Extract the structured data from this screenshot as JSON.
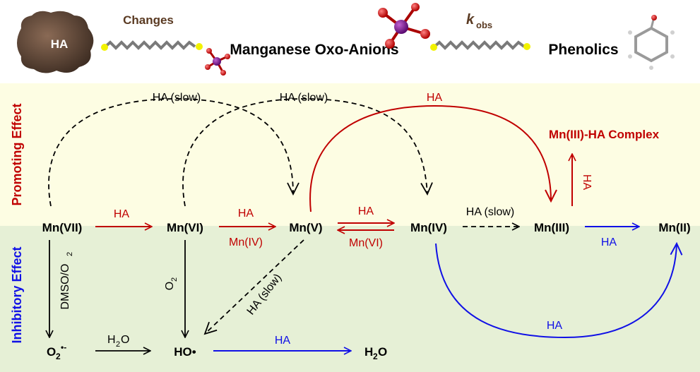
{
  "header": {
    "ha_blob_label": "HA",
    "changes_label": "Changes",
    "manganese_label": "Manganese Oxo-Anions",
    "kobs_k": "k",
    "kobs_sub": "obs",
    "phenolics_label": "Phenolics"
  },
  "side_labels": {
    "promoting": "Promoting Effect",
    "inhibitory": "Inhibitory Effect"
  },
  "nodes": {
    "mn7": "Mn(VII)",
    "mn6": "Mn(VI)",
    "mn5": "Mn(V)",
    "mn4": "Mn(IV)",
    "mn3": "Mn(III)",
    "mn2": "Mn(II)",
    "complex": "Mn(III)-HA Complex",
    "superoxide_base": "O",
    "superoxide_sub": "2",
    "superoxide_sup": "•-",
    "hydroxyl": "HO•",
    "water_h": "H",
    "water_sub": "2",
    "water_o": "O"
  },
  "edge_labels": {
    "arc1_slow": "HA (slow)",
    "arc2_slow": "HA (slow)",
    "arc_red_top": "HA",
    "mn7_mn6": "HA",
    "mn6_mn5_top": "HA",
    "mn6_mn5_bottom": "Mn(IV)",
    "mn5_mn4_top": "HA",
    "mn5_mn4_bottom": "Mn(VI)",
    "mn4_mn3_slow": "HA (slow)",
    "mn3_complex": "HA",
    "mn3_mn2": "HA",
    "mn4_mn2_curve": "HA",
    "dmso_base": "DMSO/O",
    "dmso_sub": "2",
    "o2_base": "O",
    "o2_sub": "2",
    "diag_slow": "HA (slow)",
    "h2o_h": "H",
    "h2o_sub": "2",
    "h2o_o": "O",
    "ho_to_water": "HA"
  },
  "colors": {
    "red": "#c00000",
    "blue": "#1010e6",
    "black": "#000000",
    "promoting_bg": "#fdfde3",
    "inhibitory_bg": "#e6f0d6",
    "header_brown": "#5a3a22",
    "chain_gray": "#7a7a7a",
    "endpoint_yellow": "#f2f200"
  },
  "icons": [
    "humic-acid-blob-icon",
    "zigzag-chain-icon",
    "permanganate-molecule-icon",
    "phenol-molecule-icon"
  ]
}
